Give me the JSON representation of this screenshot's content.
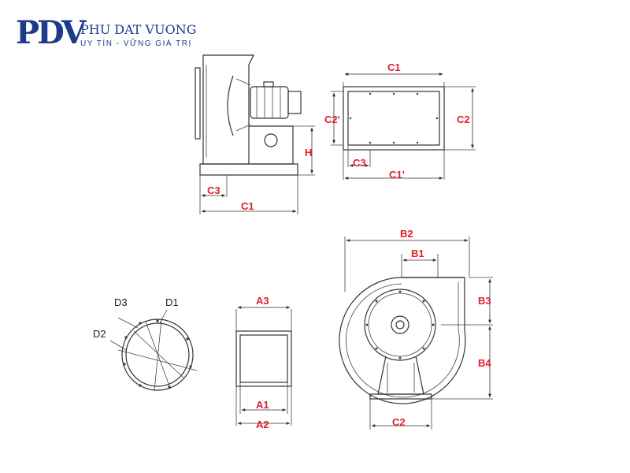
{
  "logo": {
    "mark": "PDV",
    "name": "PHU DAT VUONG",
    "slogan": "UY TÍN - VỮNG GIÁ TRỊ",
    "color": "#1e3a8a"
  },
  "colors": {
    "label": "#e11d2a",
    "line": "#333333"
  },
  "labels": {
    "side_c3": "C3",
    "side_c1": "C1",
    "side_h": "H",
    "flange_c1": "C1",
    "flange_c2p": "C2'",
    "flange_c2": "C2",
    "flange_c3": "C3",
    "flange_c1p": "C1'",
    "circle_d1": "D1",
    "circle_d2": "D2",
    "circle_d3": "D3",
    "square_a1": "A1",
    "square_a2": "A2",
    "square_a3": "A3",
    "front_b1": "B1",
    "front_b2": "B2",
    "front_b3": "B3",
    "front_b4": "B4",
    "front_c2": "C2"
  }
}
